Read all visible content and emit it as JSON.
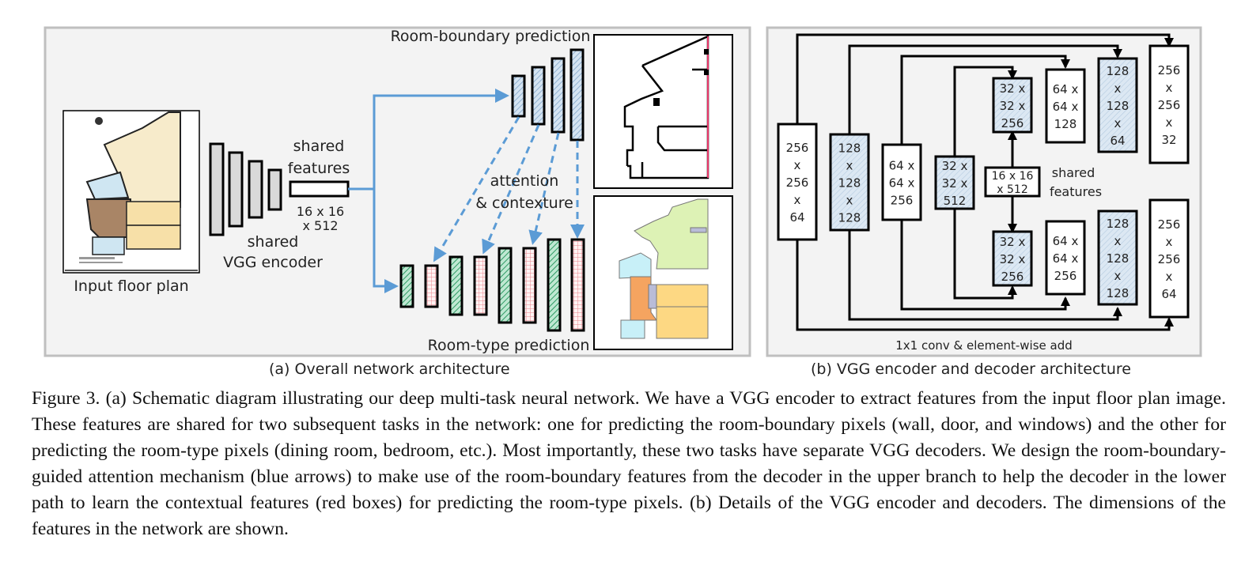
{
  "panel_a": {
    "input_label": "Input floor plan",
    "encoder_label_1": "shared",
    "encoder_label_2": "VGG encoder",
    "shared_label_1": "shared",
    "shared_label_2": "features",
    "shared_dims_1": "16 x 16",
    "shared_dims_2": "x 512",
    "boundary_label": "Room-boundary prediction",
    "roomtype_label": "Room-type prediction",
    "attention_label_1": "attention",
    "attention_label_2": "& contexture",
    "caption": "(a) Overall network architecture"
  },
  "panel_b": {
    "encoder_blocks": [
      {
        "lines": [
          "256",
          "x",
          "256",
          "x",
          "64"
        ],
        "hatched": false
      },
      {
        "lines": [
          "128",
          "x",
          "128",
          "x",
          "128"
        ],
        "hatched": true
      },
      {
        "lines": [
          "64 x",
          "64 x",
          "256"
        ],
        "hatched": false
      },
      {
        "lines": [
          "32 x",
          "32 x",
          "512"
        ],
        "hatched": true
      }
    ],
    "shared_block": [
      "16 x 16",
      "x 512"
    ],
    "shared_label_1": "shared",
    "shared_label_2": "features",
    "upper_decoder": [
      {
        "lines": [
          "32 x",
          "32 x",
          "256"
        ],
        "hatched": true
      },
      {
        "lines": [
          "64 x",
          "64 x",
          "128"
        ],
        "hatched": false
      },
      {
        "lines": [
          "128",
          "x",
          "128",
          "x",
          "64"
        ],
        "hatched": true
      },
      {
        "lines": [
          "256",
          "x",
          "256",
          "x",
          "32"
        ],
        "hatched": false
      }
    ],
    "lower_decoder": [
      {
        "lines": [
          "32 x",
          "32 x",
          "256"
        ],
        "hatched": true
      },
      {
        "lines": [
          "64 x",
          "64 x",
          "256"
        ],
        "hatched": false
      },
      {
        "lines": [
          "128",
          "x",
          "128",
          "x",
          "128"
        ],
        "hatched": true
      },
      {
        "lines": [
          "256",
          "x",
          "256",
          "x",
          "64"
        ],
        "hatched": false
      }
    ],
    "bottom_label": "1x1 conv & element-wise add",
    "caption": "(b) VGG encoder and decoder architecture"
  },
  "figure_caption": "Figure 3. (a) Schematic diagram illustrating our deep multi-task neural network. We have a VGG encoder to extract features from the input floor plan image. These features are shared for two subsequent tasks in the network: one for predicting the room-boundary pixels (wall, door, and windows) and the other for predicting the room-type pixels (dining room, bedroom, etc.). Most importantly, these two tasks have separate VGG decoders. We design the room-boundary-guided attention mechanism (blue arrows) to make use of the room-boundary features from the decoder in the upper branch to help the decoder in the lower path to learn the contextual features (red boxes) for predicting the room-type pixels. (b) Details of the VGG encoder and decoders. The dimensions of the features in the network are shown.",
  "colors": {
    "arrow_blue": "#5b9bd5",
    "hatch_blue": "#c9dcee",
    "hatch_green": "#3fb57a",
    "grid_red": "#e8848c",
    "panel_bg": "#f3f3f3",
    "panel_border": "#bfbfbf"
  }
}
